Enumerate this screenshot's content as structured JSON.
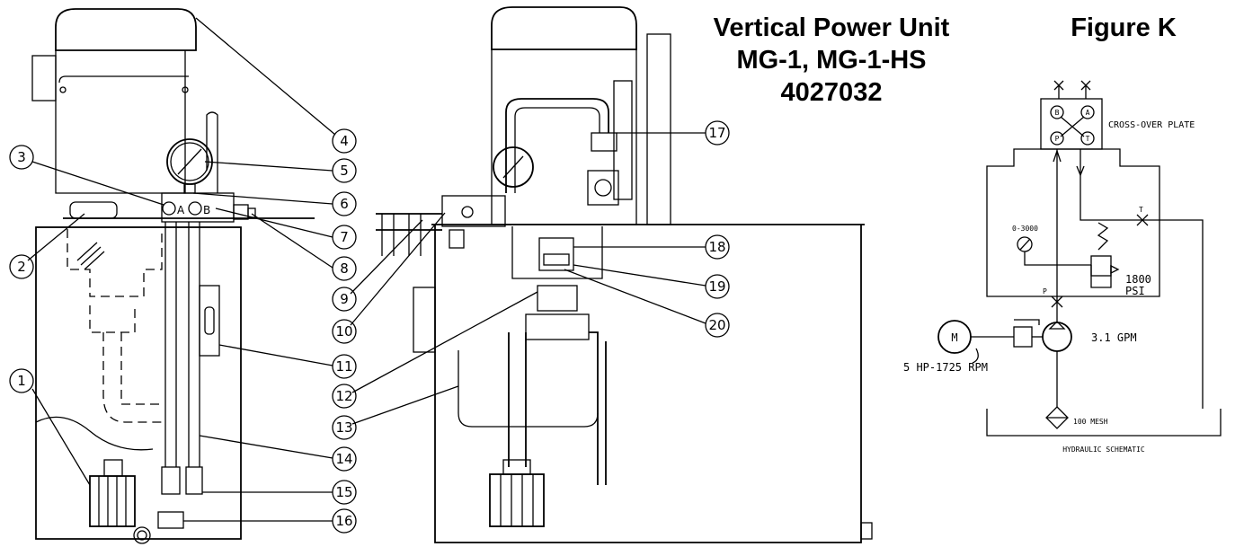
{
  "title": {
    "line1": "Vertical Power Unit",
    "line2": "MG-1, MG-1-HS",
    "line3": "4027032",
    "figure": "Figure K"
  },
  "callouts": [
    "1",
    "2",
    "3",
    "4",
    "5",
    "6",
    "7",
    "8",
    "9",
    "10",
    "11",
    "12",
    "13",
    "14",
    "15",
    "16",
    "17",
    "18",
    "19",
    "20"
  ],
  "port_labels": {
    "a": "A",
    "b": "B"
  },
  "schematic": {
    "crossover_plate": "CROSS-OVER PLATE",
    "ports": {
      "b": "B",
      "a": "A",
      "p": "P",
      "t": "T"
    },
    "gauge_range": "0-3000",
    "relief_setting": "1800",
    "relief_unit": "PSI",
    "flow": "3.1 GPM",
    "motor_symbol": "M",
    "motor_rating": "5 HP-1725 RPM",
    "strainer": "100 MESH",
    "caption": "HYDRAULIC SCHEMATIC",
    "line_port_p": "P",
    "line_port_t": "T"
  }
}
